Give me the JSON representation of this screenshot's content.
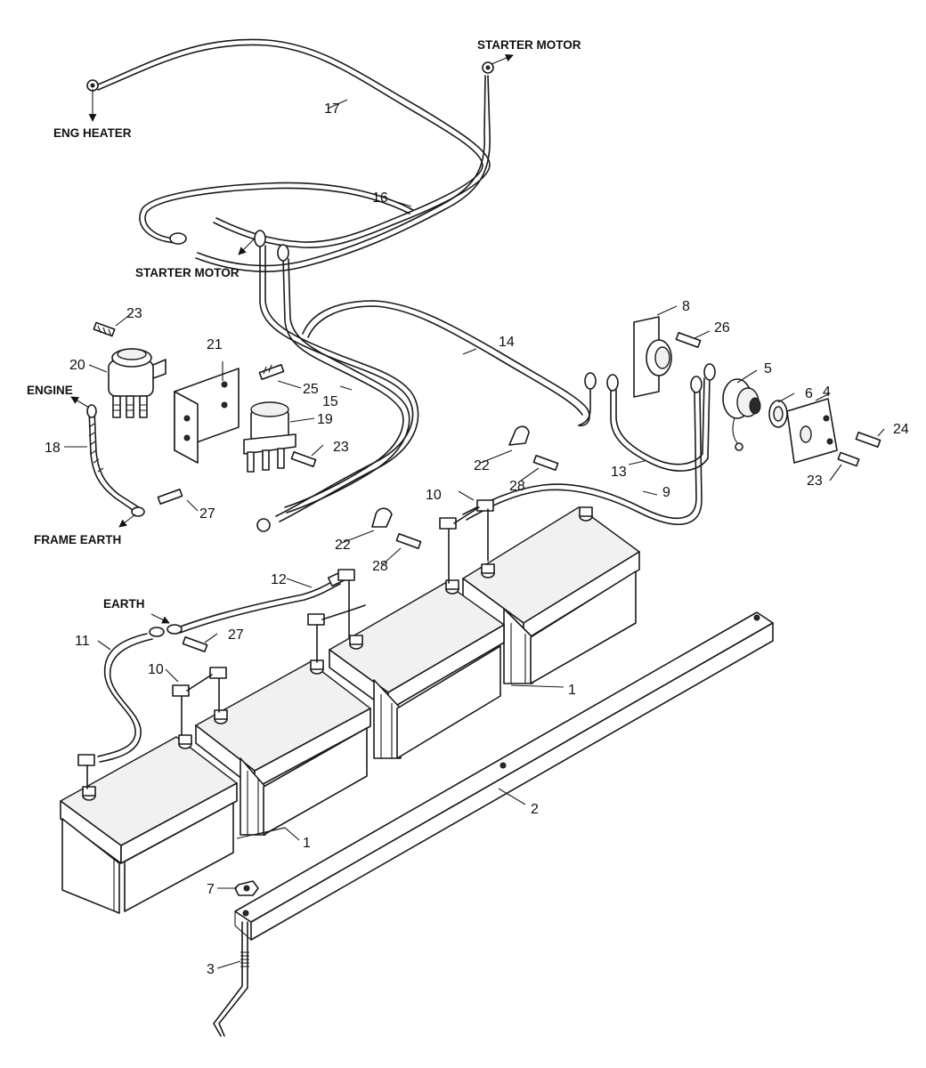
{
  "callouts": {
    "c1a": "1",
    "c1b": "1",
    "c2": "2",
    "c3": "3",
    "c4": "4",
    "c5": "5",
    "c6": "6",
    "c7": "7",
    "c8": "8",
    "c9": "9",
    "c10a": "10",
    "c10b": "10",
    "c11": "11",
    "c12": "12",
    "c13": "13",
    "c14": "14",
    "c15": "15",
    "c16": "16",
    "c17": "17",
    "c18": "18",
    "c19": "19",
    "c20": "20",
    "c21": "21",
    "c22a": "22",
    "c22b": "22",
    "c23a": "23",
    "c23b": "23",
    "c23c": "23",
    "c24": "24",
    "c25": "25",
    "c26": "26",
    "c27a": "27",
    "c27b": "27",
    "c28a": "28",
    "c28b": "28"
  },
  "captions": {
    "starter_motor_top": "STARTER MOTOR",
    "eng_heater": "ENG HEATER",
    "starter_motor_mid": "STARTER MOTOR",
    "engine": "ENGINE",
    "frame_earth": "FRAME EARTH",
    "earth": "EARTH"
  }
}
